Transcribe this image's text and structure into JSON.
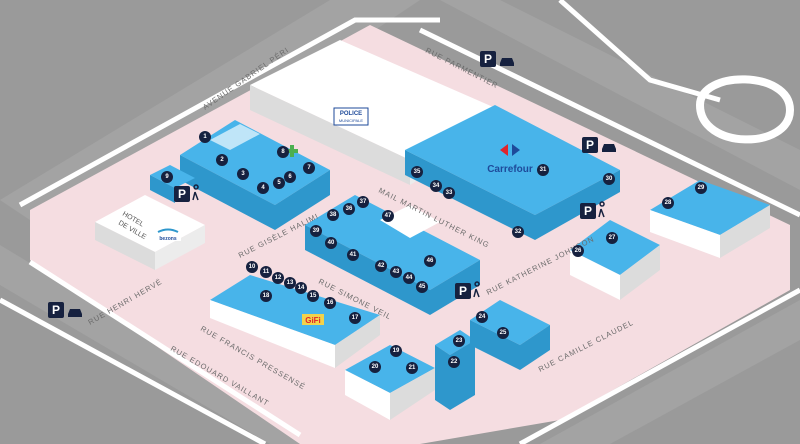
{
  "map": {
    "streets": {
      "gabriel_peri": "AVENUE GABRIEL PÉRI",
      "parmentier": "RUE PARMENTIER",
      "gisele_halimi": "RUE GISÈLE HALIMI",
      "martin_luther_king": "MAIL MARTIN LUTHER KING",
      "katherine_johnson": "RUE KATHERINE JOHNSON",
      "simone_veil": "RUE SIMONE VEIL",
      "henri_herve": "RUE HENRI HERVÉ",
      "francis_pressense": "RUE FRANCIS PRESSENSÉ",
      "edouard_vaillant": "RUE EDOUARD VAILLANT",
      "camille_claudel": "RUE CAMILLE CLAUDEL"
    },
    "landmarks": {
      "police_line1": "POLICE",
      "police_line2": "MUNICIPALE",
      "carrefour": "Carrefour",
      "hotel_line1": "HOTEL",
      "hotel_line2": "DE VILLE",
      "bezons": "bezons",
      "gifi": "GiFi"
    },
    "parking_label": "P",
    "shop_numbers": [
      "1",
      "2",
      "3",
      "4",
      "5",
      "6",
      "7",
      "8",
      "9",
      "10",
      "11",
      "12",
      "13",
      "14",
      "15",
      "16",
      "17",
      "18",
      "19",
      "20",
      "21",
      "22",
      "23",
      "24",
      "25",
      "26",
      "27",
      "28",
      "29",
      "30",
      "31",
      "32",
      "33",
      "34",
      "35",
      "36",
      "37",
      "38",
      "39",
      "40",
      "41",
      "42",
      "43",
      "44",
      "45",
      "46",
      "47"
    ],
    "colors": {
      "plaza": "#f5dde1",
      "road": "#ffffff",
      "building": "#48b4ea",
      "building_dark": "#2e97cc",
      "marker": "#16213f",
      "pharmacy": "#4caf50",
      "carrefour_blue": "#1e4a9a",
      "carrefour_red": "#e0242b"
    }
  }
}
